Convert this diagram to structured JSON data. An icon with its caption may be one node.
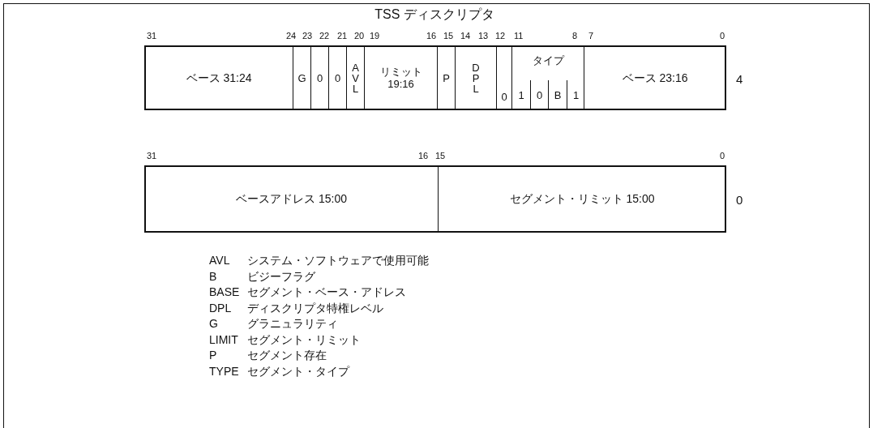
{
  "diagram": {
    "title": "TSS ディスクリプタ",
    "nodes": [
      {
        "text": [
          "ベース 31:24"
        ]
      },
      {
        "text": [
          "G"
        ]
      },
      {
        "text": [
          "0"
        ]
      },
      {
        "text": [
          "0"
        ]
      },
      {
        "text": [
          "A V L"
        ]
      },
      {
        "text": [
          "リミット 19:16"
        ]
      },
      {
        "text": [
          "P"
        ]
      },
      {
        "text": [
          "D P L"
        ]
      },
      {
        "text": [
          "0"
        ]
      },
      {
        "text": [
          "タイプ"
        ]
      },
      {
        "text": [
          "1"
        ],
        "in": 9
      },
      {
        "text": [
          "0"
        ],
        "in": 9
      },
      {
        "text": [
          "B"
        ],
        "in": 9
      },
      {
        "text": [
          "1"
        ],
        "in": 9
      },
      {
        "text": [
          "ベース 23:16"
        ]
      },
      {
        "text": [
          "ベースアドレス 15:00"
        ]
      },
      {
        "text": [
          "セグメント・リミット 15:00"
        ]
      }
    ],
    "labels": [
      "31",
      "24",
      "23",
      "22",
      "21",
      "20",
      "19",
      "16",
      "15",
      "14",
      "13",
      "12",
      "11",
      "8",
      "7",
      "0",
      "4",
      "31",
      "16",
      "15",
      "0",
      "0",
      "AVL",
      "システム・ソフトウェアで使用可能",
      "B",
      "ビジーフラグ",
      "BASE",
      "セグメント・ベース・アドレス",
      "DPL",
      "ディスクリプタ特権レベル",
      "G",
      "グラニュラリティ",
      "LIMIT",
      "セグメント・リミット",
      "P",
      "セグメント存在",
      "TYPE",
      "セグメント・タイプ"
    ]
  }
}
